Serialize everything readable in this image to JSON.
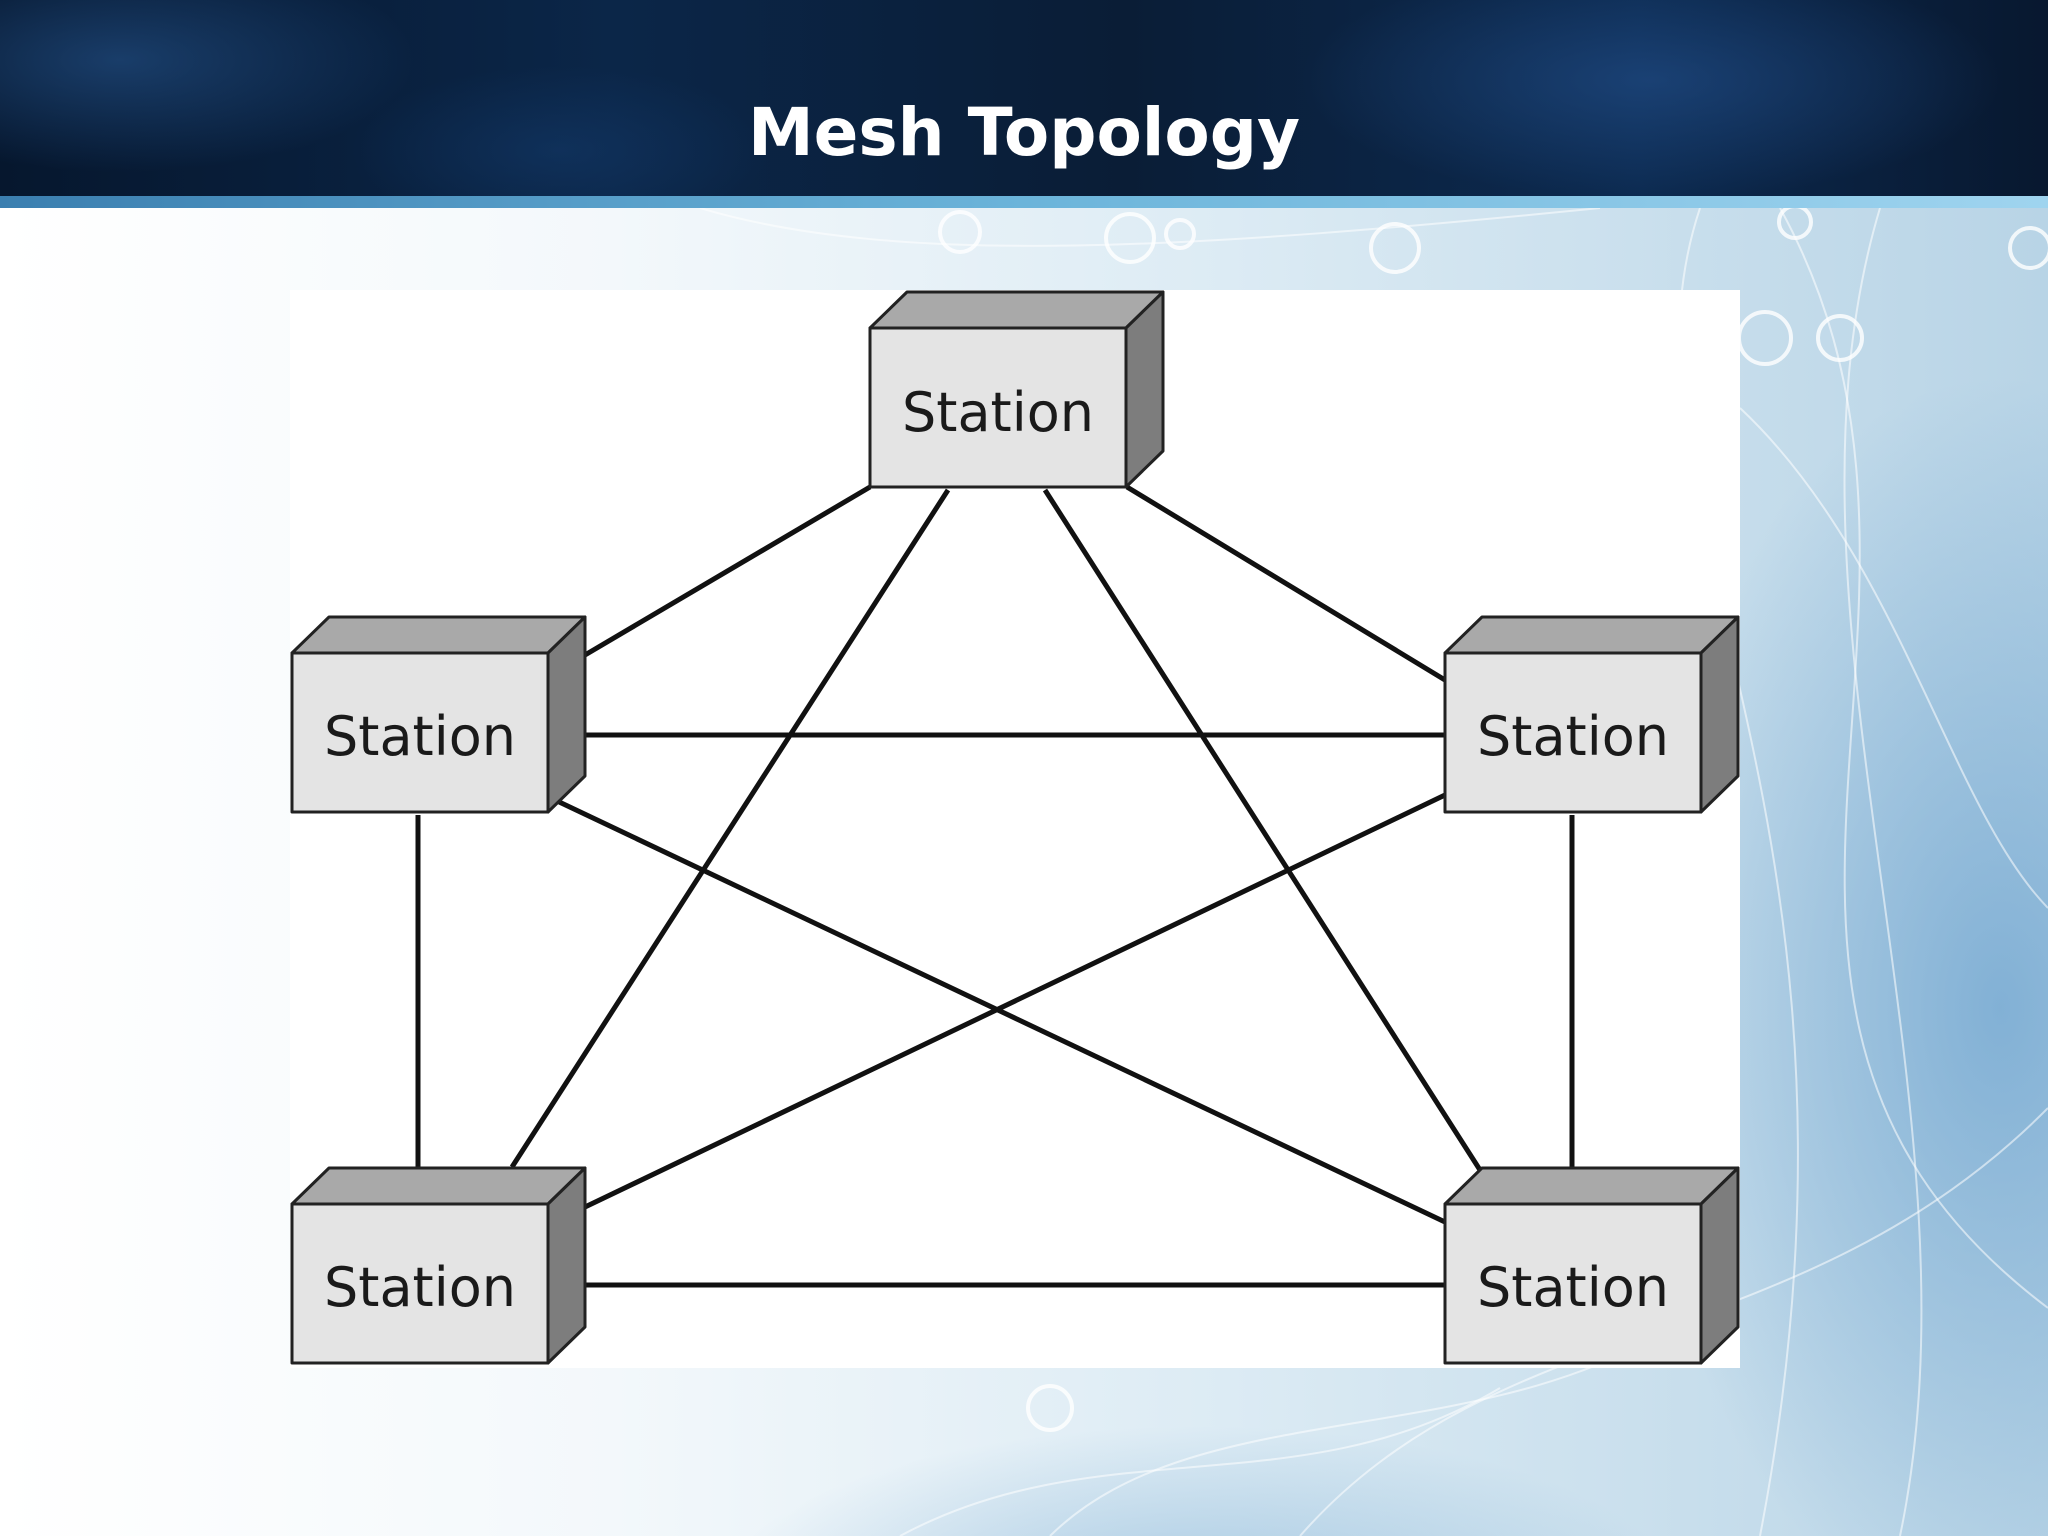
{
  "slide": {
    "title": "Mesh Topology"
  },
  "diagram": {
    "stations": [
      {
        "id": "top",
        "label": "Station"
      },
      {
        "id": "left",
        "label": "Station"
      },
      {
        "id": "right",
        "label": "Station"
      },
      {
        "id": "bottom-left",
        "label": "Station"
      },
      {
        "id": "bottom-right",
        "label": "Station"
      }
    ],
    "links": [
      [
        "top",
        "left"
      ],
      [
        "top",
        "right"
      ],
      [
        "top",
        "bottom-left"
      ],
      [
        "top",
        "bottom-right"
      ],
      [
        "left",
        "right"
      ],
      [
        "left",
        "bottom-left"
      ],
      [
        "left",
        "bottom-right"
      ],
      [
        "right",
        "bottom-left"
      ],
      [
        "right",
        "bottom-right"
      ],
      [
        "bottom-left",
        "bottom-right"
      ]
    ]
  },
  "colors": {
    "header": "#0a1d36",
    "title_text": "#ffffff",
    "box_front": "#e4e4e4",
    "box_top": "#a9a9a9",
    "box_side": "#7d7d7d",
    "link": "#111111"
  }
}
